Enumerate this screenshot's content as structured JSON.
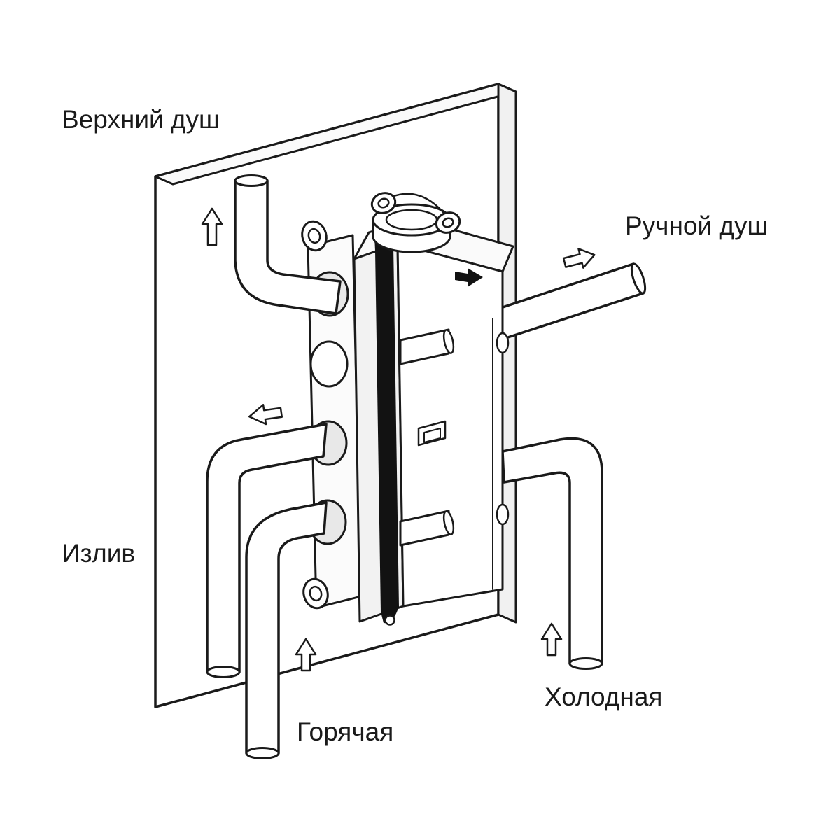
{
  "diagram": {
    "title": "Built-in shower mixer rough-in installation diagram",
    "type": "isometric-technical-line-drawing",
    "labels": {
      "top_shower": "Верхний душ",
      "hand_shower": "Ручной душ",
      "spout": "Излив",
      "hot": "Горячая",
      "cold": "Холодная"
    },
    "arrows": [
      {
        "name": "top-shower-flow-arrow",
        "direction": "up"
      },
      {
        "name": "hand-shower-flow-arrow",
        "direction": "right"
      },
      {
        "name": "spout-flow-arrow",
        "direction": "left"
      },
      {
        "name": "hot-inlet-flow-arrow",
        "direction": "up"
      },
      {
        "name": "cold-inlet-flow-arrow",
        "direction": "up"
      }
    ],
    "components": [
      "mounting-panel",
      "valve-bracket-plate",
      "mixer-valve-body",
      "protective-strap",
      "top-shower-pipe",
      "hand-shower-pipe",
      "spout-pipe",
      "hot-inlet-pipe",
      "cold-inlet-pipe"
    ],
    "colors": {
      "line": "#1a1a1a",
      "background": "#ffffff",
      "strap": "#121212",
      "shade": "#ededed"
    }
  }
}
